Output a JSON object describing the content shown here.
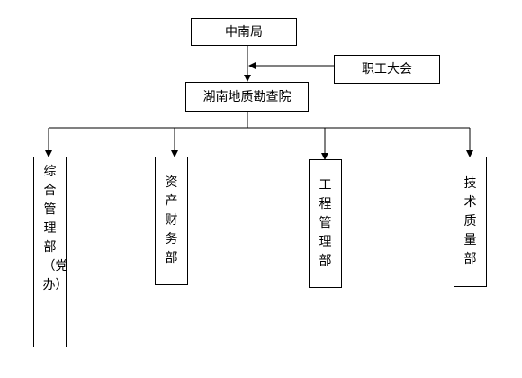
{
  "nodes": {
    "root": "中南局",
    "congress": "职工大会",
    "institute": "湖南地质勘查院",
    "dept_admin": "综合管理部（党办）",
    "dept_finance": "资产财务部",
    "dept_engineering": "工程管理部",
    "dept_tech": "技术质量部"
  },
  "colors": {
    "line": "#000000",
    "box_border": "#000000",
    "background": "#ffffff"
  }
}
